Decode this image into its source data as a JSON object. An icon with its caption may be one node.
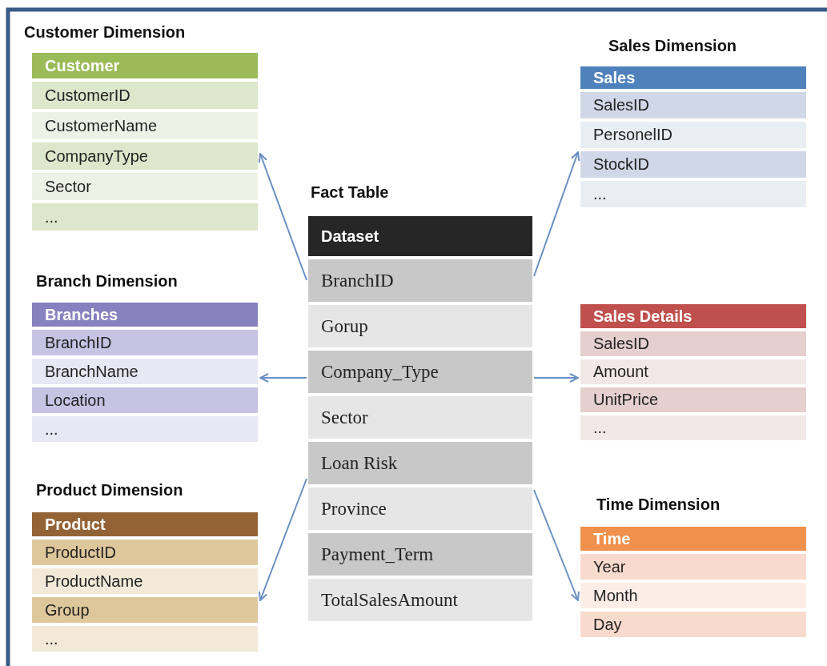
{
  "diagram": {
    "nodes": [
      {
        "text": [
          "Customer Dimension",
          "Customer",
          "CustomerID",
          "CustomerName",
          "CompanyType",
          "Sector",
          "..."
        ]
      },
      {
        "text": [
          "Sales Dimension",
          "Sales",
          "SalesID",
          "PersonelID",
          "StockID",
          "..."
        ]
      },
      {
        "text": [
          "Fact Table",
          "Dataset",
          "BranchID",
          "Gorup",
          "Company_Type",
          "Sector",
          "Loan Risk",
          "Province",
          "Payment_Term",
          "TotalSalesAmount"
        ]
      },
      {
        "text": [
          "Branch Dimension",
          "Branches",
          "BranchID",
          "BranchName",
          "Location",
          "..."
        ]
      },
      {
        "text": [
          "Sales Details",
          "SalesID",
          "Amount",
          "UnitPrice",
          "..."
        ]
      },
      {
        "text": [
          "Product Dimension",
          "Product",
          "ProductID",
          "ProductName",
          "Group",
          "..."
        ]
      },
      {
        "text": [
          "Time Dimension",
          "Time",
          "Year",
          "Month",
          "Day"
        ]
      }
    ],
    "edges": [
      {
        "from": 2,
        "to": 0,
        "arrow": "to"
      },
      {
        "from": 2,
        "to": 1,
        "arrow": "to"
      },
      {
        "from": 2,
        "to": 3,
        "arrow": "to"
      },
      {
        "from": 2,
        "to": 4,
        "arrow": "to"
      },
      {
        "from": 2,
        "to": 5,
        "arrow": "to"
      },
      {
        "from": 2,
        "to": 6,
        "arrow": "to"
      }
    ]
  }
}
